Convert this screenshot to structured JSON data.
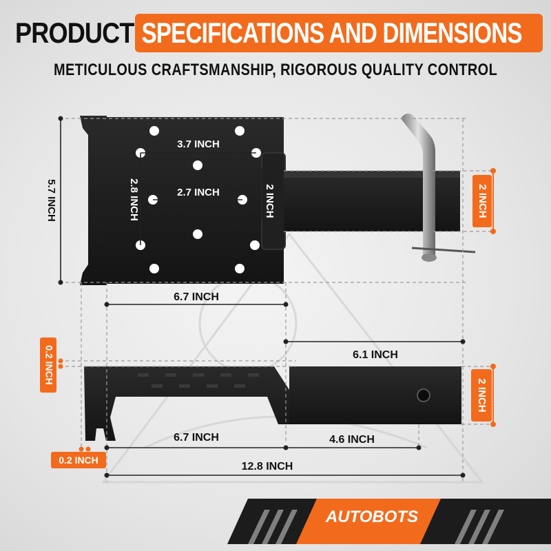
{
  "header": {
    "title_black": "PRODUCT",
    "title_orange": "SPECIFICATIONS AND DIMENSIONS",
    "subtitle": "METICULOUS CRAFTSMANSHIP, RIGOROUS QUALITY CONTROL"
  },
  "dimensions": {
    "plate_height": "5.7 INCH",
    "hole_span_wide": "3.7 INCH",
    "hole_span_mid": "2.7 INCH",
    "hole_span_vertical": "2.8 INCH",
    "collar_height": "2 INCH",
    "receiver_height_top": "2 INCH",
    "plate_length_top": "6.7 INCH",
    "tube_length": "6.1 INCH",
    "plate_thickness_left": "0.2 INCH",
    "receiver_height_side": "2 INCH",
    "plate_length_side": "6.7 INCH",
    "tube_extension": "4.6 INCH",
    "bottom_thickness": "0.2 INCH",
    "total_length": "12.8 INCH"
  },
  "brand": {
    "name": "AUTOBOTS"
  },
  "colors": {
    "accent": "#f26b1d",
    "steel": "#1c1c1c",
    "text": "#111111"
  }
}
